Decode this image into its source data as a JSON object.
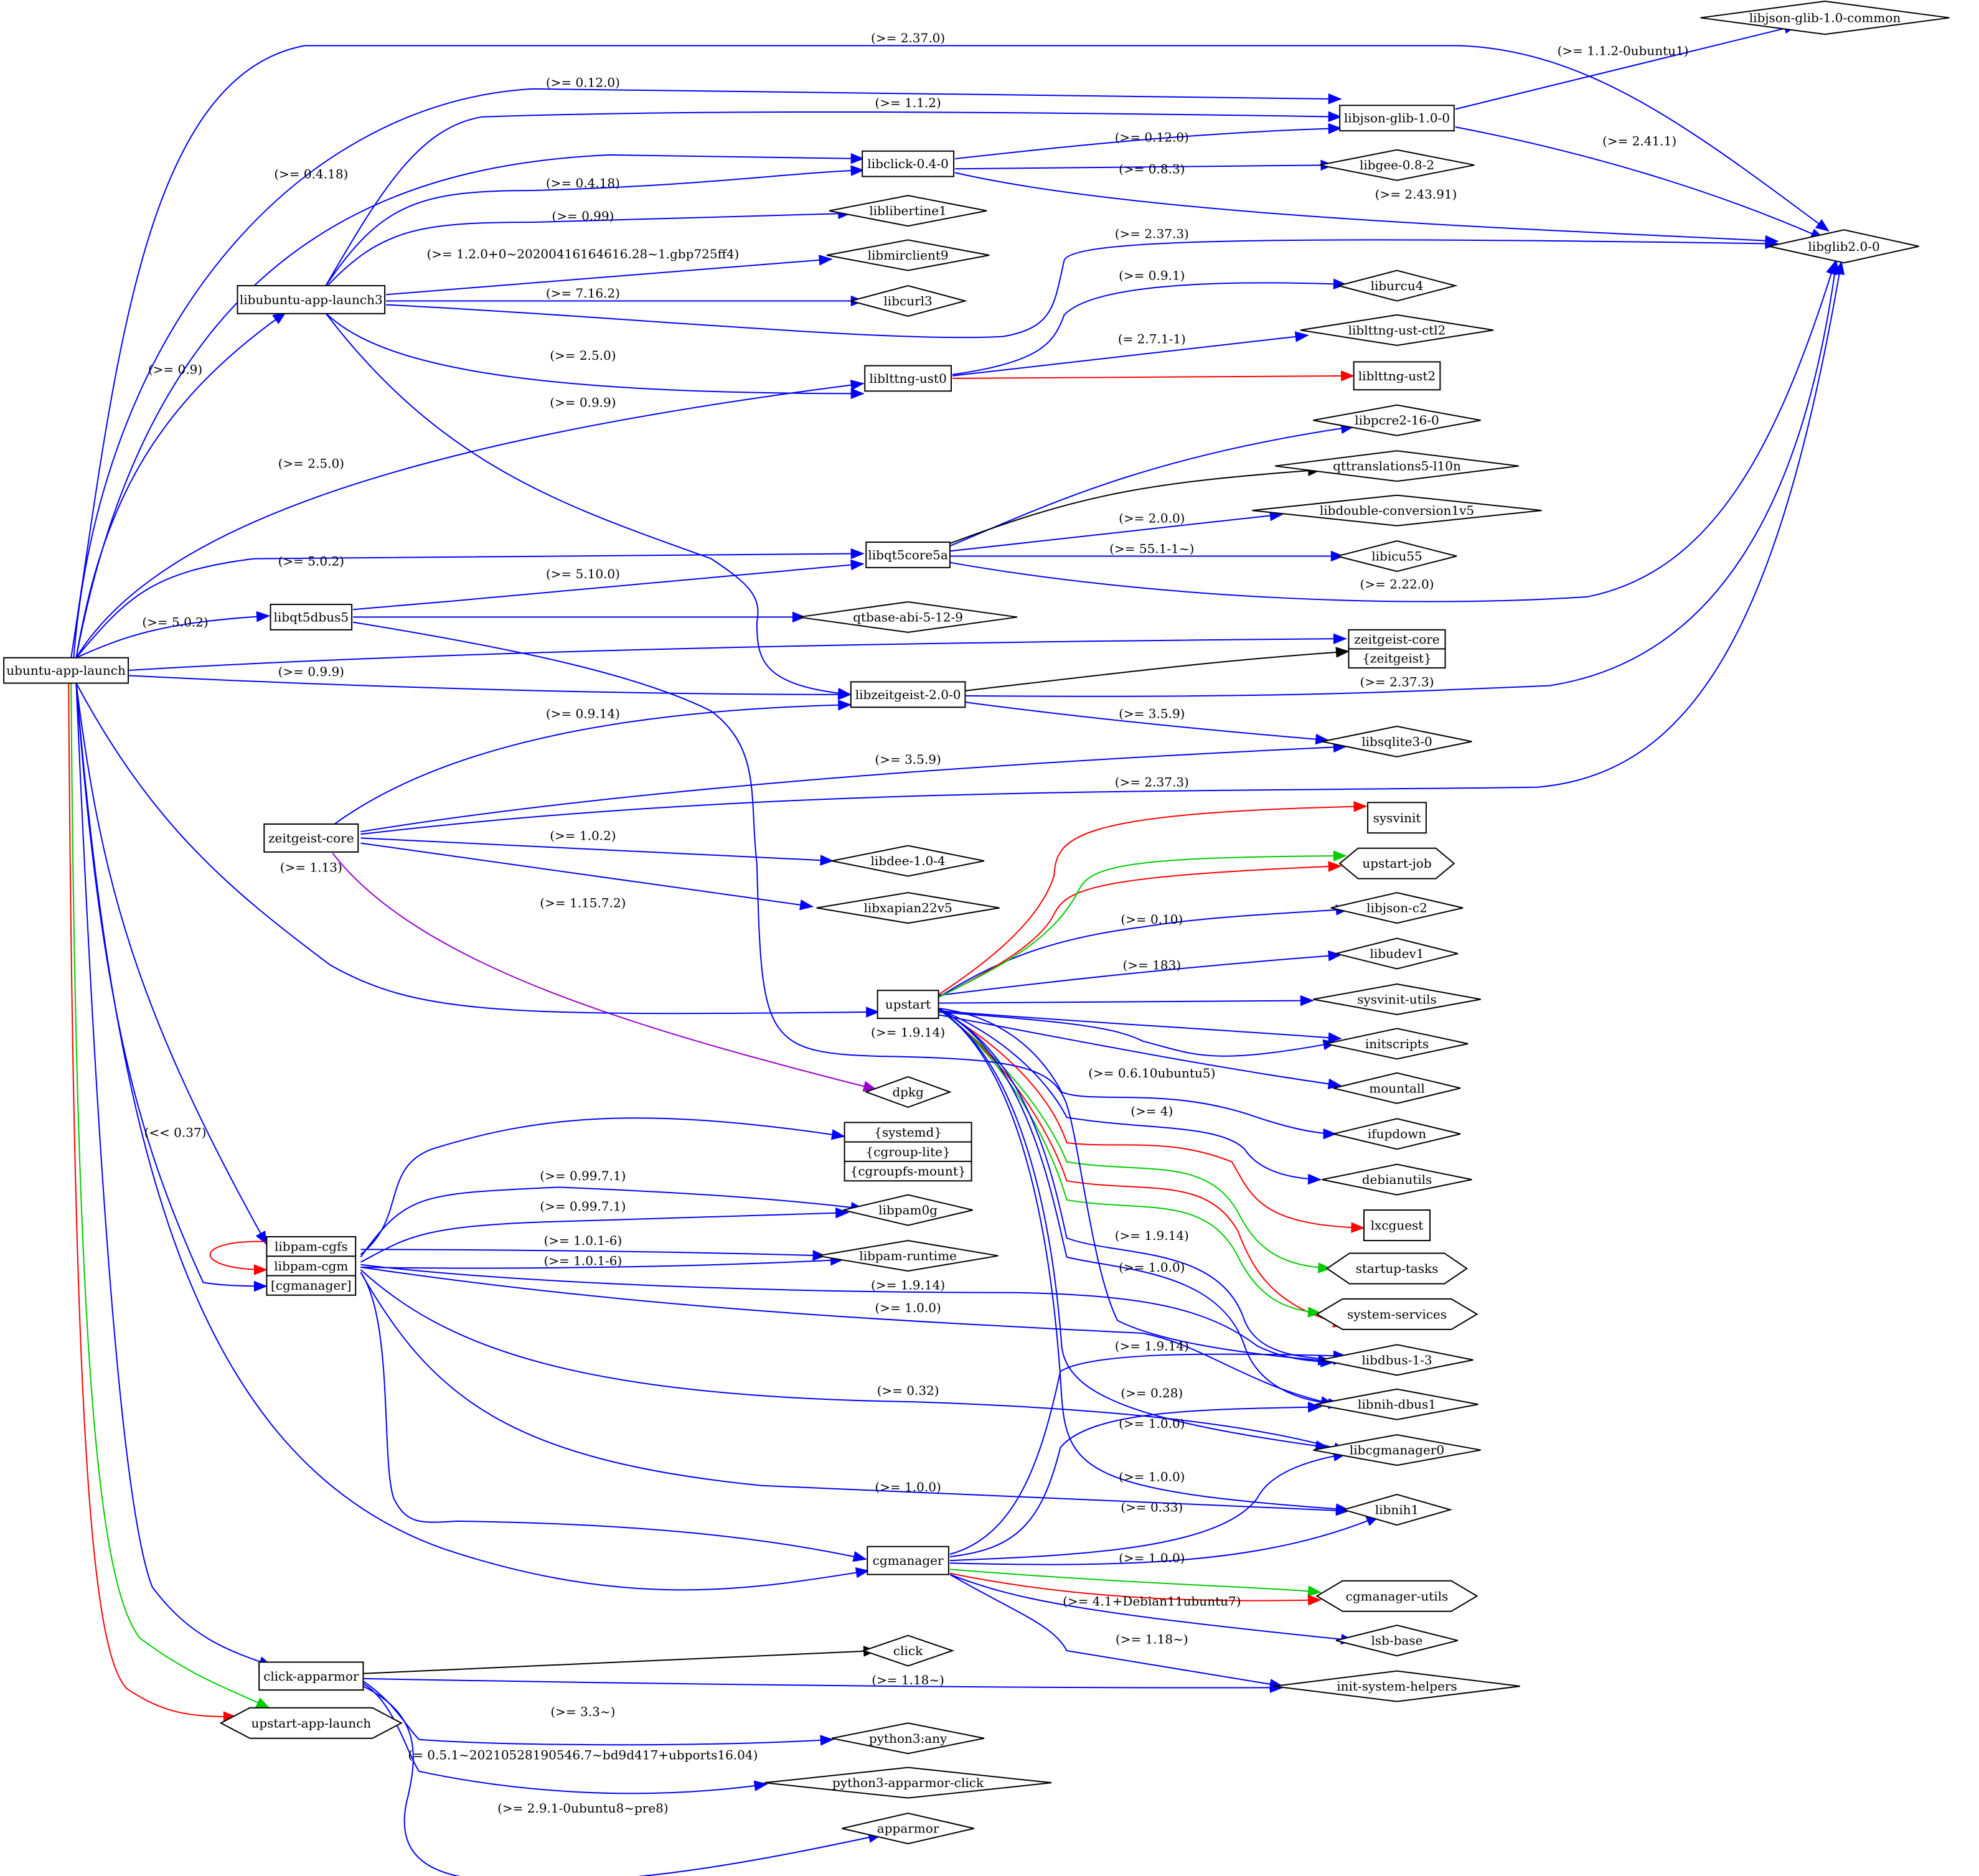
{
  "colors": {
    "depends": "#0000ff",
    "recommends": "#000000",
    "conflicts": "#ff0000",
    "suggests": "#00cc00",
    "pre_depends": "#9900cc",
    "node_stroke": "#000000",
    "background": "#ffffff"
  },
  "nodes": {
    "ubuntu_app_launch": "ubuntu-app-launch",
    "libjson_glib_common": "libjson-glib-1.0-common",
    "libjson_glib": "libjson-glib-1.0-0",
    "libclick": "libclick-0.4-0",
    "libgee": "libgee-0.8-2",
    "libglib": "libglib2.0-0",
    "liblibertine": "liblibertine1",
    "libmirclient": "libmirclient9",
    "libubuntu_app_launch3": "libubuntu-app-launch3",
    "libcurl3": "libcurl3",
    "liburcu4": "liburcu4",
    "liblttng_ust_ctl2": "liblttng-ust-ctl2",
    "liblttng_ust0": "liblttng-ust0",
    "liblttng_ust2": "liblttng-ust2",
    "libpcre2": "libpcre2-16-0",
    "qttranslations": "qttranslations5-l10n",
    "libdouble_conversion": "libdouble-conversion1v5",
    "libqt5core5a": "libqt5core5a",
    "libicu55": "libicu55",
    "libqt5dbus5": "libqt5dbus5",
    "qtbase_abi": "qtbase-abi-5-12-9",
    "zeitgeist_core_box": [
      "zeitgeist-core",
      "{zeitgeist}"
    ],
    "libzeitgeist": "libzeitgeist-2.0-0",
    "libsqlite3": "libsqlite3-0",
    "sysvinit": "sysvinit",
    "zeitgeist_core": "zeitgeist-core",
    "upstart_job": "upstart-job",
    "libdee": "libdee-1.0-4",
    "libxapian": "libxapian22v5",
    "libjson_c2": "libjson-c2",
    "libudev1": "libudev1",
    "upstart": "upstart",
    "sysvinit_utils": "sysvinit-utils",
    "initscripts": "initscripts",
    "mountall": "mountall",
    "dpkg": "dpkg",
    "ifupdown": "ifupdown",
    "systemd_box": [
      "{systemd}",
      "{cgroup-lite}",
      "{cgroupfs-mount}"
    ],
    "debianutils": "debianutils",
    "libpam0g": "libpam0g",
    "lxcguest": "lxcguest",
    "libpam_box": [
      "libpam-cgfs",
      "libpam-cgm",
      "[cgmanager]"
    ],
    "libpam_runtime": "libpam-runtime",
    "startup_tasks": "startup-tasks",
    "system_services": "system-services",
    "libdbus": "libdbus-1-3",
    "libnih_dbus1": "libnih-dbus1",
    "libcgmanager0": "libcgmanager0",
    "libnih1": "libnih1",
    "cgmanager": "cgmanager",
    "cgmanager_utils": "cgmanager-utils",
    "lsb_base": "lsb-base",
    "click": "click",
    "click_apparmor": "click-apparmor",
    "init_system_helpers": "init-system-helpers",
    "upstart_app_launch": "upstart-app-launch",
    "python3_any": "python3:any",
    "python3_apparmor_click": "python3-apparmor-click",
    "apparmor": "apparmor"
  },
  "edge_labels": [
    "(>= 2.37.0)",
    "(>= 1.1.2-0ubuntu1)",
    "(>= 0.12.0)",
    "(>= 1.1.2)",
    "(>= 2.41.1)",
    "(>= 0.4.18)",
    "(>= 0.12.0)",
    "(>= 0.4.18)",
    "(>= 0.8.3)",
    "(>= 2.43.91)",
    "(>= 0.99)",
    "(>= 1.2.0+0~20200416164616.28~1.gbp725ff4)",
    "(>= 2.37.3)",
    "(>= 7.16.2)",
    "(>= 0.9.1)",
    "(>= 0.9)",
    "(= 2.7.1-1)",
    "(>= 2.5.0)",
    "(>= 0.9.9)",
    "(>= 2.5.0)",
    "(>= 2.0.0)",
    "(>= 5.0.2)",
    "(>= 55.1-1~)",
    "(>= 5.10.0)",
    "(>= 5.0.2)",
    "(>= 2.22.0)",
    "(>= 0.9.9)",
    "(>= 2.37.3)",
    "(>= 0.9.14)",
    "(>= 3.5.9)",
    "(>= 3.5.9)",
    "(>= 2.37.3)",
    "(>= 1.0.2)",
    "(>= 1.13)",
    "(>= 1.15.7.2)",
    "(>= 0.10)",
    "(>= 183)",
    "(>= 1.9.14)",
    "(>= 0.6.10ubuntu5)",
    "(<< 0.37)",
    "(>= 4)",
    "(>= 0.99.7.1)",
    "(>= 0.99.7.1)",
    "(>= 1.0.1-6)",
    "(>= 1.0.1-6)",
    "(>= 1.9.14)",
    "(>= 1.9.14)",
    "(>= 1.0.0)",
    "(>= 1.0.0)",
    "(>= 1.9.14)",
    "(>= 0.32)",
    "(>= 0.28)",
    "(>= 1.0.0)",
    "(>= 1.0.0)",
    "(>= 1.0.0)",
    "(>= 0.33)",
    "(>= 1.0.0)",
    "(>= 4.1+Debian11ubuntu7)",
    "(>= 1.18~)",
    "(>= 1.18~)",
    "(>= 3.3~)",
    "(= 0.5.1~20210528190546.7~bd9d417+ubports16.04)",
    "(>= 2.9.1-0ubuntu8~pre8)"
  ]
}
